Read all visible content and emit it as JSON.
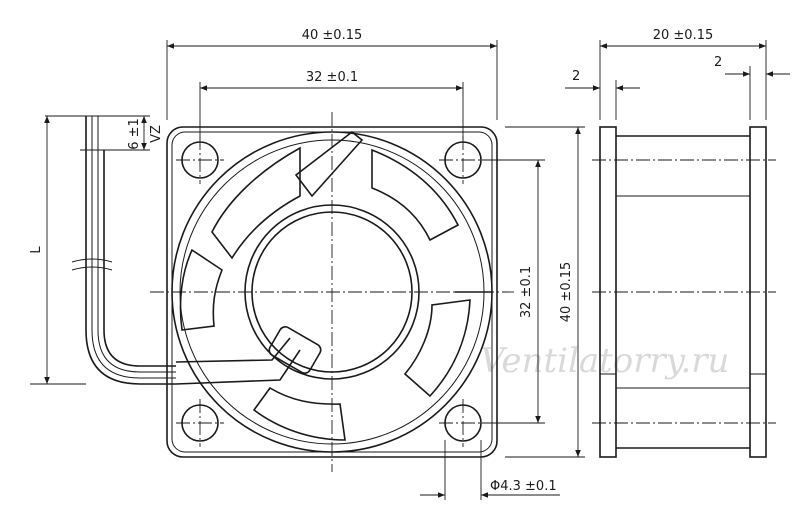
{
  "dimensions": {
    "frame_width": "40 ±0.15",
    "hole_spacing_h": "32 ±0.1",
    "hole_spacing_v": "32 ±0.1",
    "frame_height": "40 ±0.15",
    "depth": "20 ±0.15",
    "flange_left": "2",
    "flange_right": "2",
    "cable_strip": "6 ±1",
    "cable_strip_code": "VZ",
    "cable_length": "L",
    "hole_diameter": "Φ4.3 ±0.1"
  },
  "watermark": "Ventilatorry.ru",
  "colors": {
    "line": "#1a1a1a",
    "watermark": "#d9d9d9",
    "background": "#ffffff"
  }
}
